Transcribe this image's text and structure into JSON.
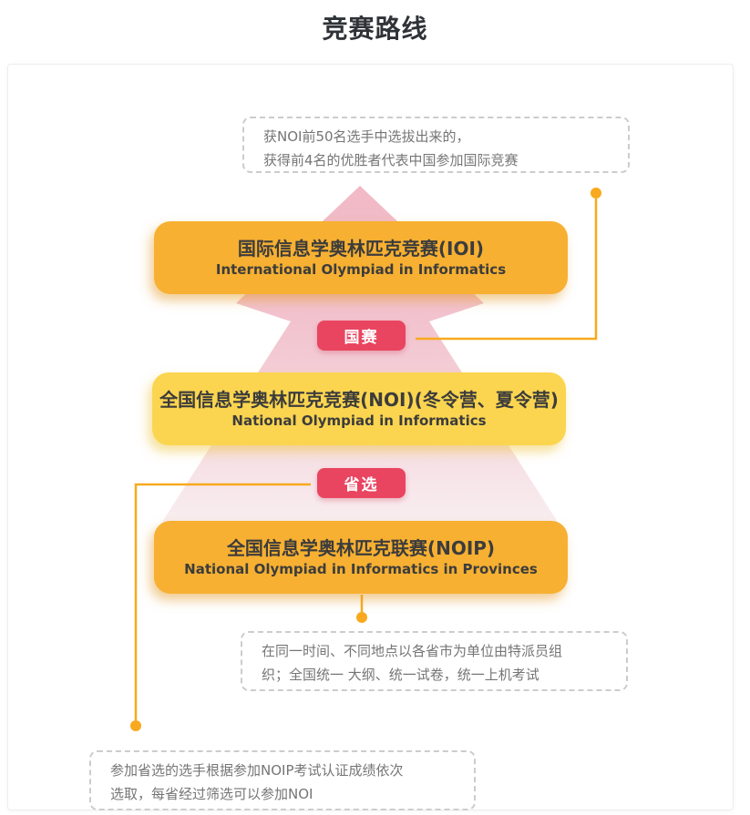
{
  "page": {
    "title": "竞赛路线"
  },
  "colors": {
    "title-text": "#2f3338",
    "box-text": "#3c3c3c",
    "box-orange": "#f7b031",
    "box-yellow": "#fbd54f",
    "badge-red": "#e94560",
    "connector-orange": "#f8a91d",
    "arrow-pink": "#f1b9c5",
    "arrow-pink-fade": "#f8eff1",
    "note-border": "#cccccc",
    "note-text": "#757575"
  },
  "diagram": {
    "levels": [
      {
        "id": "ioi",
        "title": "国际信息学奥林匹克竞赛(IOI)",
        "subtitle": "International Olympiad in Informatics"
      },
      {
        "id": "noi",
        "title": "全国信息学奥林匹克竞赛(NOI)(冬令营、夏令营)",
        "subtitle": "National Olympiad in Informatics"
      },
      {
        "id": "noip",
        "title": "全国信息学奥林匹克联赛(NOIP)",
        "subtitle": "National Olympiad in Informatics in Provinces"
      }
    ],
    "badges": [
      {
        "id": "guosai",
        "label": "国赛"
      },
      {
        "id": "shengxuan",
        "label": "省选"
      }
    ],
    "notes": [
      {
        "id": "ioi-note",
        "lines": [
          "获NOI前50名选手中选拔出来的，",
          "获得前4名的优胜者代表中国参加国际竞赛"
        ]
      },
      {
        "id": "noip-note",
        "lines": [
          "在同一时间、不同地点以各省市为单位由特派员组",
          "织；全国统一 大纲、统一试卷，统一上机考试"
        ]
      },
      {
        "id": "shengxuan-note",
        "lines": [
          "参加省选的选手根据参加NOIP考试认证成绩依次",
          "选取，每省经过筛选可以参加NOI"
        ]
      }
    ]
  }
}
